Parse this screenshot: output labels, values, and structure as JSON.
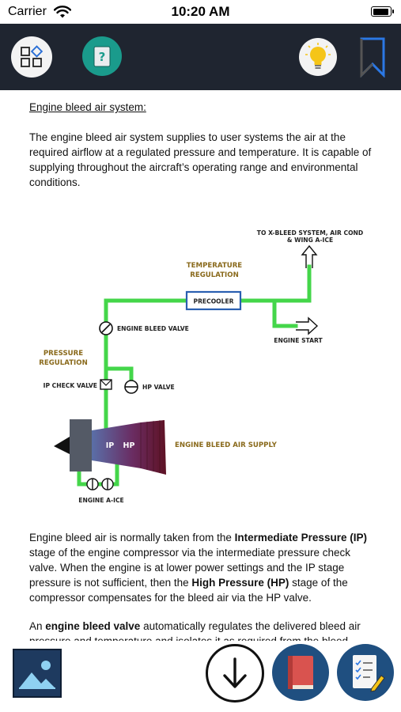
{
  "status": {
    "carrier": "Carrier",
    "time": "10:20 AM"
  },
  "toolbar": {
    "menu_icon": "grid-menu-icon",
    "help_icon": "question-card-icon",
    "bulb_icon": "lightbulb-icon",
    "bookmark_icon": "bookmark-icon",
    "help_label": "?"
  },
  "content": {
    "section_title": "Engine bleed air system:",
    "p1": "The engine bleed air system supplies to user systems the air at the required airflow at a regulated pressure and temperature. It is capable of supplying throughout the aircraft’s operating range and environmental conditions.",
    "p2": {
      "t1": "Engine bleed air is normally taken from the ",
      "b1": "Intermediate Pressure (IP)",
      "t2": " stage of the engine compressor via the intermediate pressure check valve. When the engine is at lower power settings and the IP stage pressure is not sufficient, then the ",
      "b2": "High Pressure (HP)",
      "t3": " stage of the compressor compensates for the bleed air via the HP valve."
    },
    "p3": {
      "t1": "An ",
      "b1": "engine bleed valve",
      "t2": " automatically regulates the delivered bleed air pressure and temperature and isolates it as required from the bleed system."
    }
  },
  "diagram": {
    "to_xbleed_1": "TO X-BLEED SYSTEM, AIR COND",
    "to_xbleed_2": "& WING A-ICE",
    "temp_reg_1": "TEMPERATURE",
    "temp_reg_2": "REGULATION",
    "precooler": "PRECOOLER",
    "engine_start": "ENGINE START",
    "engine_bleed_valve": "ENGINE BLEED VALVE",
    "pressure_reg_1": "PRESSURE",
    "pressure_reg_2": "REGULATION",
    "ip_check_valve": "IP CHECK VALVE",
    "hp_valve": "HP VALVE",
    "ip": "IP",
    "hp": "HP",
    "engine_bleed_air_supply": "ENGINE BLEED AIR SUPPLY",
    "engine_a_ice": "ENGINE A-ICE",
    "colors": {
      "pipe": "#44d64a",
      "gold_label": "#8a6a1c",
      "precooler_border": "#2a5fb0"
    }
  },
  "bottom": {
    "image_icon": "image-gallery-icon",
    "download_icon": "download-arrow-icon",
    "book_icon": "book-icon",
    "notes_icon": "checklist-notes-icon"
  }
}
